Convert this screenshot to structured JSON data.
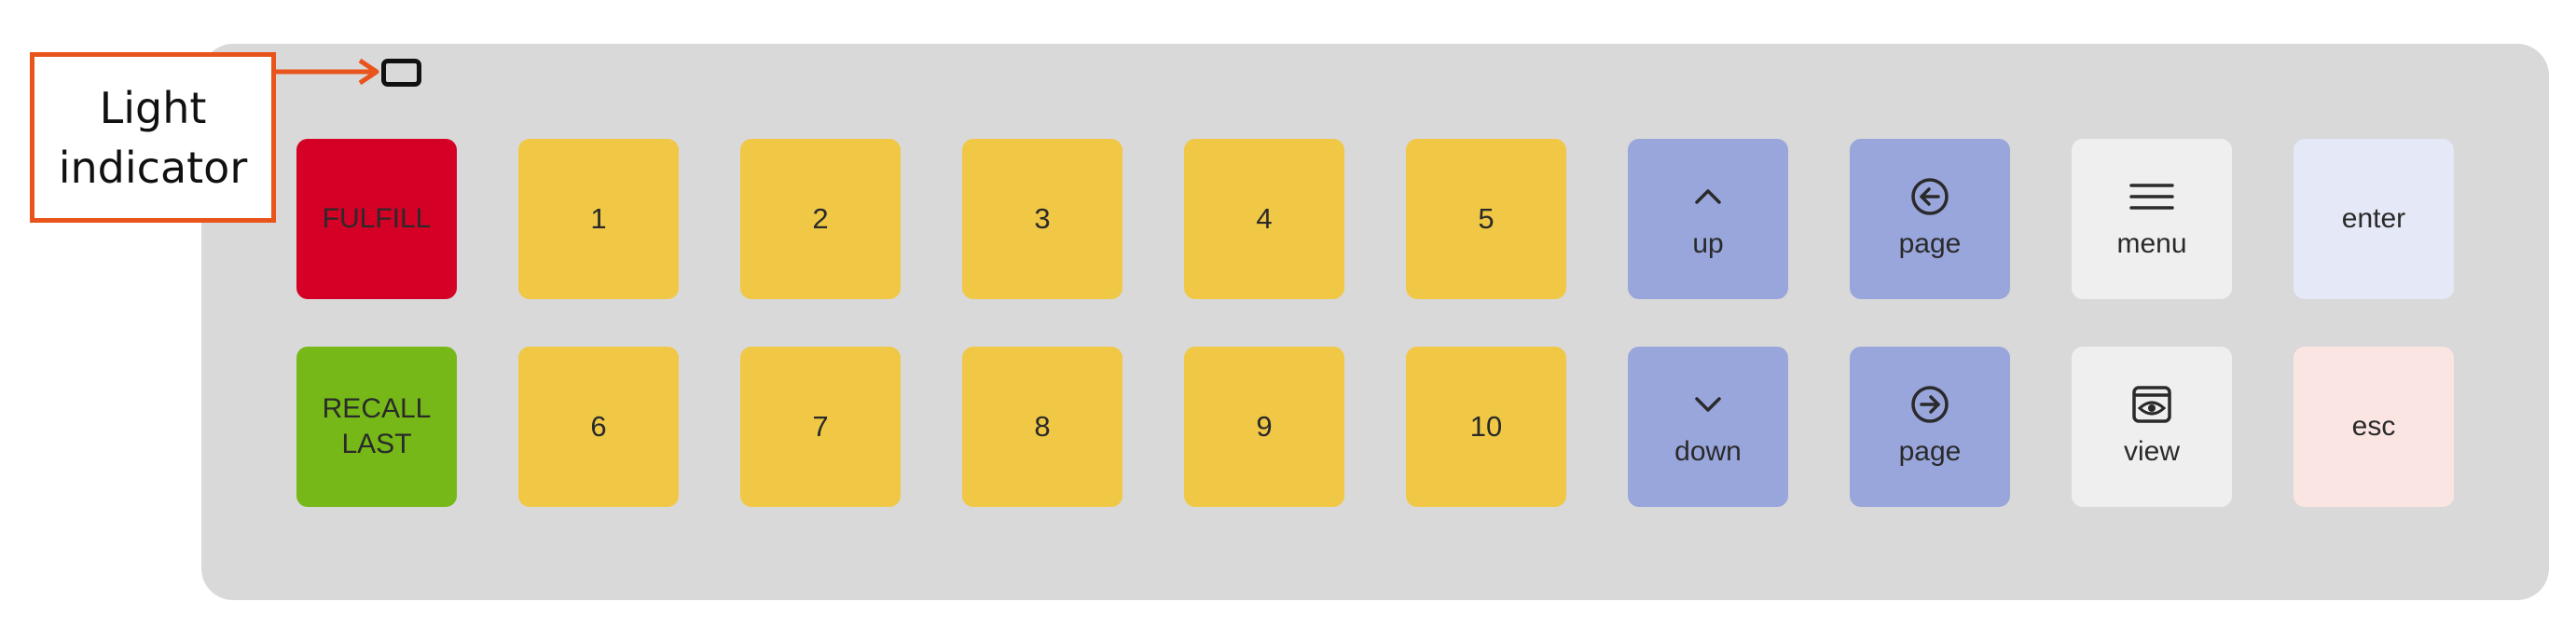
{
  "callout": {
    "line1": "Light",
    "line2": "indicator"
  },
  "colors": {
    "panel": "#d9d9d9",
    "fulfill": "#d50026",
    "recall": "#75b818",
    "number": "#f0c846",
    "nav": "#99a6dc",
    "neutral": "#efefef",
    "enter": "#e5e8f6",
    "esc": "#fbe5e3",
    "callout": "#e8541c"
  },
  "row1": {
    "fulfill": "FULFILL",
    "numbers": [
      "1",
      "2",
      "3",
      "4",
      "5"
    ],
    "up": {
      "label": "up",
      "icon": "chevron-up-icon"
    },
    "page_prev": {
      "label": "page",
      "icon": "circle-arrow-left-icon"
    },
    "menu": {
      "label": "menu",
      "icon": "hamburger-menu-icon"
    },
    "enter": "enter"
  },
  "row2": {
    "recall_line1": "RECALL",
    "recall_line2": "LAST",
    "numbers": [
      "6",
      "7",
      "8",
      "9",
      "10"
    ],
    "down": {
      "label": "down",
      "icon": "chevron-down-icon"
    },
    "page_next": {
      "label": "page",
      "icon": "circle-arrow-right-icon"
    },
    "view": {
      "label": "view",
      "icon": "eye-window-icon"
    },
    "esc": "esc"
  }
}
